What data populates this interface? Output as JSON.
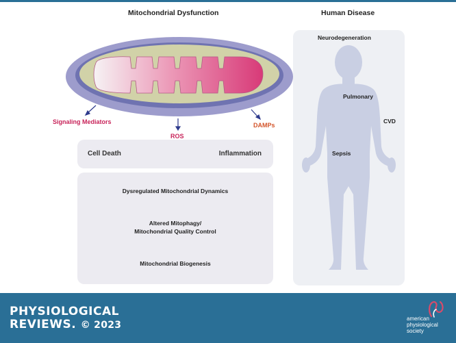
{
  "headings": {
    "left": "Mitochondrial Dysfunction",
    "right": "Human Disease"
  },
  "mito_labels": {
    "signaling": "Signaling Mediators",
    "ros": "ROS",
    "damps": "DAMPs"
  },
  "mid_panel": {
    "left": "Cell Death",
    "right": "Inflammation"
  },
  "big_panel": {
    "item1": "Dysregulated Mitochondrial Dynamics",
    "item2_line1": "Altered Mitophagy/",
    "item2_line2": "Mitochondrial Quality Control",
    "item3": "Mitochondrial Biogenesis"
  },
  "disease": {
    "neuro": "Neurodegeneration",
    "pulmonary": "Pulmonary",
    "cvd": "CVD",
    "sepsis": "Sepsis"
  },
  "footer": {
    "journal_line1": "PHYSIOLOGICAL",
    "journal_line2": "REVIEWS.",
    "copyright": "© 2023",
    "society_line1": "american",
    "society_line2": "physiological",
    "society_line3": "society"
  },
  "colors": {
    "brand_blue": "#2a6f96",
    "signaling_red": "#c8245a",
    "ros_red": "#c8245a",
    "damps_orange": "#d3542a",
    "arrow_navy": "#2e3a8c"
  }
}
